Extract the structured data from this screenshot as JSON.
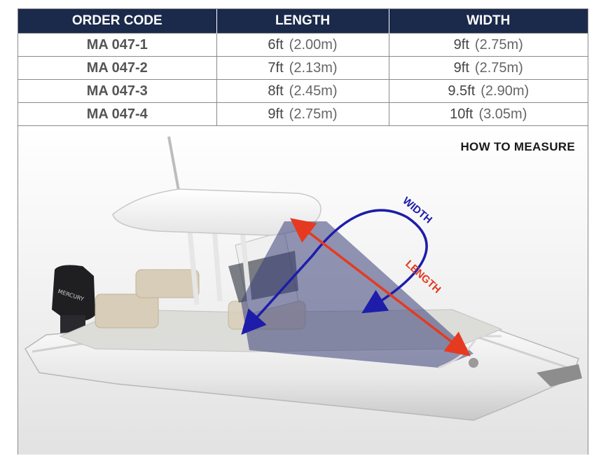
{
  "table": {
    "headers": [
      "ORDER CODE",
      "LENGTH",
      "WIDTH"
    ],
    "rows": [
      {
        "code": "MA 047-1",
        "length_ft": "6ft",
        "length_m": "(2.00m)",
        "width_ft": "9ft",
        "width_m": "(2.75m)"
      },
      {
        "code": "MA 047-2",
        "length_ft": "7ft",
        "length_m": "(2.13m)",
        "width_ft": "9ft",
        "width_m": "(2.75m)"
      },
      {
        "code": "MA 047-3",
        "length_ft": "8ft",
        "length_m": "(2.45m)",
        "width_ft": "9.5ft",
        "width_m": "(2.90m)"
      },
      {
        "code": "MA 047-4",
        "length_ft": "9ft",
        "length_m": "(2.75m)",
        "width_ft": "10ft",
        "width_m": "(3.05m)"
      }
    ]
  },
  "illustration": {
    "title": "HOW TO MEASURE",
    "width_label": "WIDTH",
    "length_label": "LENGTH",
    "engine_brand": "MERCURY",
    "colors": {
      "header_bg": "#1b2a4b",
      "order_code": "#7a1a1e",
      "width_arrow": "#1d1daa",
      "length_arrow": "#e53a1f",
      "cover_area": "#3a3f78"
    }
  }
}
